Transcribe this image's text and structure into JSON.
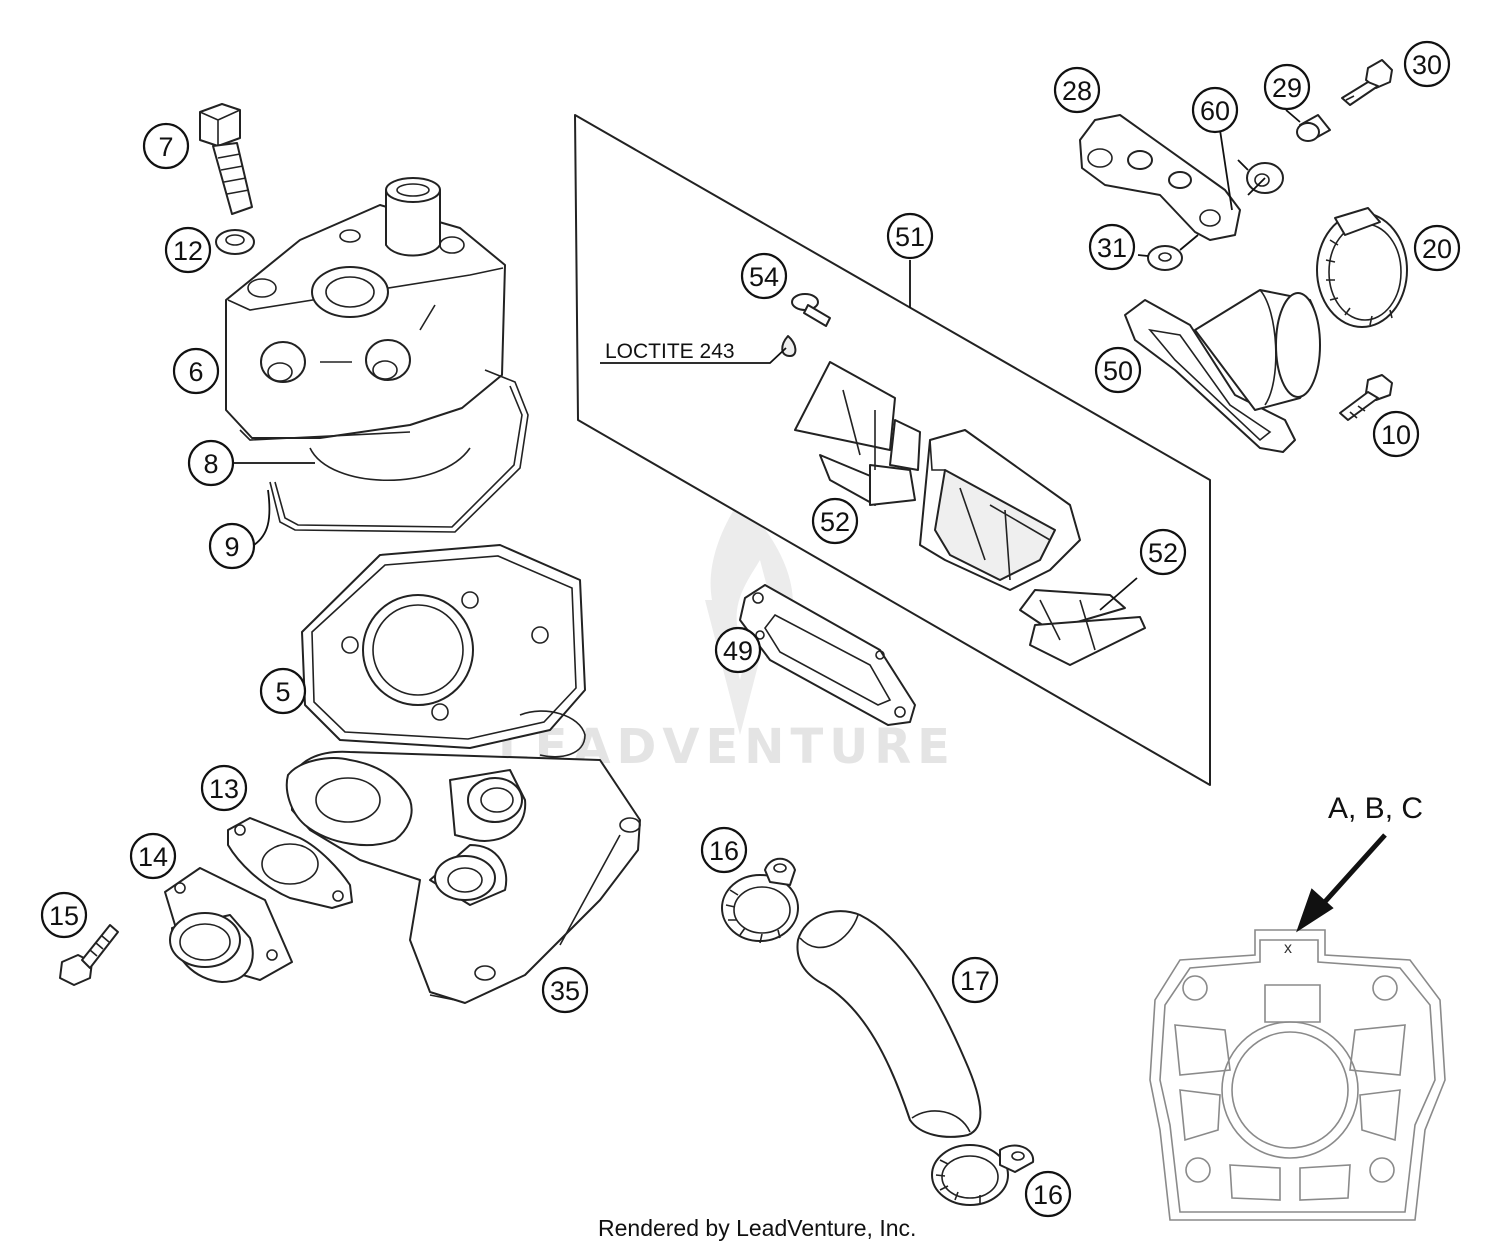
{
  "note_loctite": "LOCTITE 243",
  "reference_marks": "A, B, C",
  "x_mark": "x",
  "watermark": "LEADVENTURE",
  "credit": "Rendered by LeadVenture, Inc.",
  "callouts": {
    "c7": "7",
    "c12": "12",
    "c6": "6",
    "c8": "8",
    "c9": "9",
    "c5": "5",
    "c13": "13",
    "c14": "14",
    "c15": "15",
    "c35": "35",
    "c28": "28",
    "c60": "60",
    "c29": "29",
    "c30": "30",
    "c31": "31",
    "c20": "20",
    "c50": "50",
    "c10": "10",
    "c51": "51",
    "c54": "54",
    "c52a": "52",
    "c52b": "52",
    "c49": "49",
    "c16a": "16",
    "c17": "17",
    "c16b": "16"
  }
}
